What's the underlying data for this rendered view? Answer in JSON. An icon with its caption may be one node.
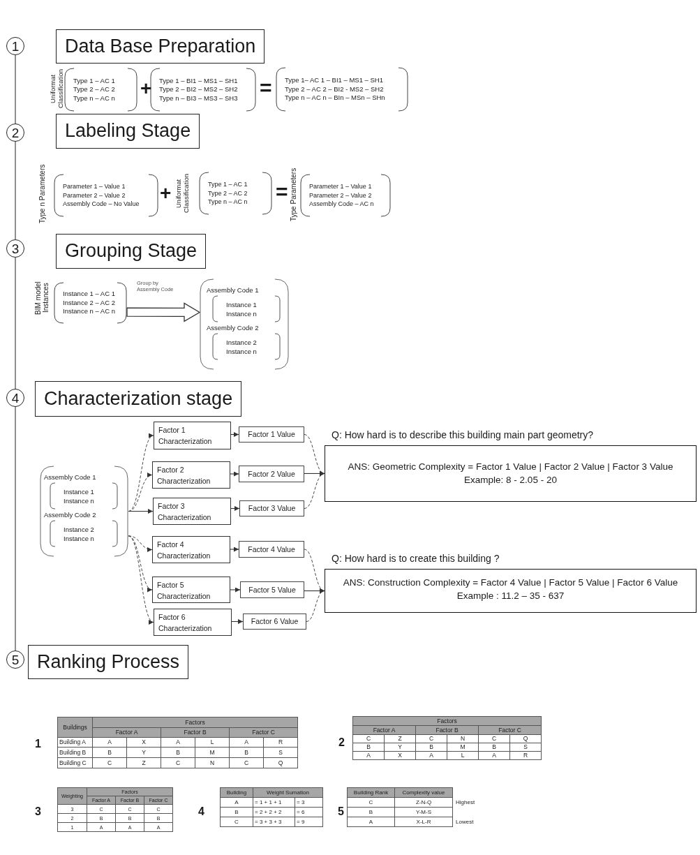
{
  "diagram": {
    "nodes": [
      {
        "text": [
          "1"
        ]
      },
      {
        "text": [
          "Data Base Preparation"
        ]
      },
      {
        "text": [
          "Type 1 – AC 1",
          "Type 2 – AC 2",
          "Type n – AC n"
        ],
        "beside": [
          "Uniformat Classification"
        ]
      },
      {
        "text": [
          "Type 1 – BI1 – MS1 – SH1",
          "Type 2 – BI2 – MS2 – SH2",
          "Type n – BI3 – MS3 – SH3"
        ]
      },
      {
        "text": [
          "Type 1– AC 1 – BI1 – MS1 – SH1",
          "Type 2 – AC 2 – BI2 - MS2 – SH2",
          "Type n – AC n – BIn – MSn – SHn"
        ]
      },
      {
        "text": [
          "2"
        ]
      },
      {
        "text": [
          "Labeling Stage"
        ]
      },
      {
        "text": [
          "Parameter 1 – Value 1",
          "Parameter 2 – Value 2",
          "Assembly Code – No Value"
        ],
        "beside": [
          "Type n Parameters"
        ]
      },
      {
        "text": [
          "Type 1 – AC 1",
          "Type 2 – AC 2",
          "Type n – AC n"
        ],
        "beside": [
          "Uniformat Classification"
        ]
      },
      {
        "text": [
          "Parameter 1 – Value 1",
          "Parameter 2 – Value 2",
          "Assembly Code – AC n"
        ],
        "beside": [
          "Type Parameters"
        ]
      },
      {
        "text": [
          "3"
        ]
      },
      {
        "text": [
          "Grouping Stage"
        ]
      },
      {
        "text": [
          "Instance 1 – AC 1",
          "Instance 2 – AC 2",
          "Instance n – AC n"
        ],
        "beside": [
          "BIM model Instances"
        ]
      },
      {
        "text": [],
        "shape": "bracket"
      },
      {
        "text": [
          "Assembly Code 1",
          "Instance 1",
          "Instance n"
        ],
        "in": 13
      },
      {
        "text": [
          "Assembly Code 2",
          "Instance 2",
          "Instance n"
        ],
        "in": 13
      },
      {
        "text": [
          "4"
        ]
      },
      {
        "text": [
          "Characterization stage"
        ]
      },
      {
        "text": [],
        "shape": "bracket"
      },
      {
        "text": [
          "Assembly Code 1",
          "Instance 1",
          "Instance n"
        ],
        "in": 18
      },
      {
        "text": [
          "Assembly Code 2",
          "Instance 2",
          "Instance n"
        ],
        "in": 18
      },
      {
        "text": [
          "Factor 1 Characterization"
        ]
      },
      {
        "text": [
          "Factor 1 Value"
        ]
      },
      {
        "text": [
          "Q: How hard is to describe this building main part geometry?",
          "ANS: Geometric Complexity = Factor 1 Value | Factor 2 Value | Factor 3 Value",
          "Example: 8 - 2.05 - 20"
        ]
      },
      {
        "text": [
          "Factor 2 Characterization"
        ]
      },
      {
        "text": [
          "Factor 2 Value"
        ]
      },
      {
        "text": [
          "Factor 3 Characterization"
        ]
      },
      {
        "text": [
          "Factor 3 Value"
        ]
      },
      {
        "text": [
          "Factor 4 Characterization"
        ]
      },
      {
        "text": [
          "Factor 4 Value"
        ]
      },
      {
        "text": [
          "Q: How hard is to create this building ?",
          "ANS: Construction Complexity = Factor 4 Value | Factor 5 Value | Factor 6 Value",
          "Example : 11.2 – 35 - 637"
        ]
      },
      {
        "text": [
          "Factor 5 Characterization"
        ]
      },
      {
        "text": [
          "Factor 5 Value"
        ]
      },
      {
        "text": [
          "Factor 6 Characterization"
        ]
      },
      {
        "text": [
          "Factor 6 Value"
        ]
      },
      {
        "text": [
          "5"
        ]
      },
      {
        "text": [
          "Ranking Process"
        ]
      }
    ],
    "edges": [
      {
        "from": 0,
        "to": 5,
        "arrow": "none"
      },
      {
        "from": 5,
        "to": 10,
        "arrow": "none"
      },
      {
        "from": 10,
        "to": 16,
        "arrow": "none"
      },
      {
        "from": 16,
        "to": 35,
        "arrow": "none"
      },
      {
        "from": 12,
        "to": 13,
        "arrow": "to",
        "label": "Group by Assembly Code",
        "style": "thick"
      },
      {
        "from": 18,
        "to": 21,
        "arrow": "to",
        "style": "dashed"
      },
      {
        "from": 18,
        "to": 24,
        "arrow": "to",
        "style": "dashed"
      },
      {
        "from": 18,
        "to": 26,
        "arrow": "to"
      },
      {
        "from": 18,
        "to": 28,
        "arrow": "to",
        "style": "dashed"
      },
      {
        "from": 18,
        "to": 31,
        "arrow": "to",
        "style": "dashed"
      },
      {
        "from": 18,
        "to": 33,
        "arrow": "to",
        "style": "dashed"
      },
      {
        "from": 21,
        "to": 22,
        "arrow": "to"
      },
      {
        "from": 24,
        "to": 25,
        "arrow": "to"
      },
      {
        "from": 26,
        "to": 27,
        "arrow": "to"
      },
      {
        "from": 28,
        "to": 29,
        "arrow": "to"
      },
      {
        "from": 31,
        "to": 32,
        "arrow": "to"
      },
      {
        "from": 33,
        "to": 34,
        "arrow": "to"
      },
      {
        "from": 22,
        "to": 23,
        "arrow": "to",
        "style": "dashed"
      },
      {
        "from": 25,
        "to": 23,
        "arrow": "to"
      },
      {
        "from": 27,
        "to": 23,
        "arrow": "to",
        "style": "dashed"
      },
      {
        "from": 29,
        "to": 30,
        "arrow": "to",
        "style": "dashed"
      },
      {
        "from": 32,
        "to": 30,
        "arrow": "to"
      },
      {
        "from": 34,
        "to": 30,
        "arrow": "to",
        "style": "dashed"
      }
    ],
    "labels": [
      "+",
      "=",
      "+",
      "=",
      "1",
      "Buildings",
      "Factors",
      "Factor A",
      "Factor B",
      "Factor C",
      "Building A",
      "A",
      "X",
      "A",
      "L",
      "A",
      "R",
      "Building B",
      "B",
      "Y",
      "B",
      "M",
      "B",
      "S",
      "Building C",
      "C",
      "Z",
      "C",
      "N",
      "C",
      "Q",
      "2",
      "Factors",
      "Factor A",
      "Factor B",
      "Factor C",
      "C",
      "Z",
      "C",
      "N",
      "C",
      "Q",
      "B",
      "Y",
      "B",
      "M",
      "B",
      "S",
      "A",
      "X",
      "A",
      "L",
      "A",
      "R",
      "3",
      "Weighting",
      "Factors",
      "Factor A",
      "Factor B",
      "Factor C",
      "3",
      "C",
      "C",
      "C",
      "2",
      "B",
      "B",
      "B",
      "1",
      "A",
      "A",
      "A",
      "4",
      "Building",
      "Weight Sumation",
      "A",
      "= 1 + 1 + 1",
      "= 3",
      "B",
      "= 2 + 2 + 2",
      "= 6",
      "C",
      "= 3 + 3 + 3",
      "= 9",
      "5",
      "Building Rank",
      "Complexity value",
      "C",
      "Z-N-Q",
      "Highest",
      "B",
      "Y-M-S",
      "A",
      "X-L-R",
      "Lowest"
    ]
  }
}
